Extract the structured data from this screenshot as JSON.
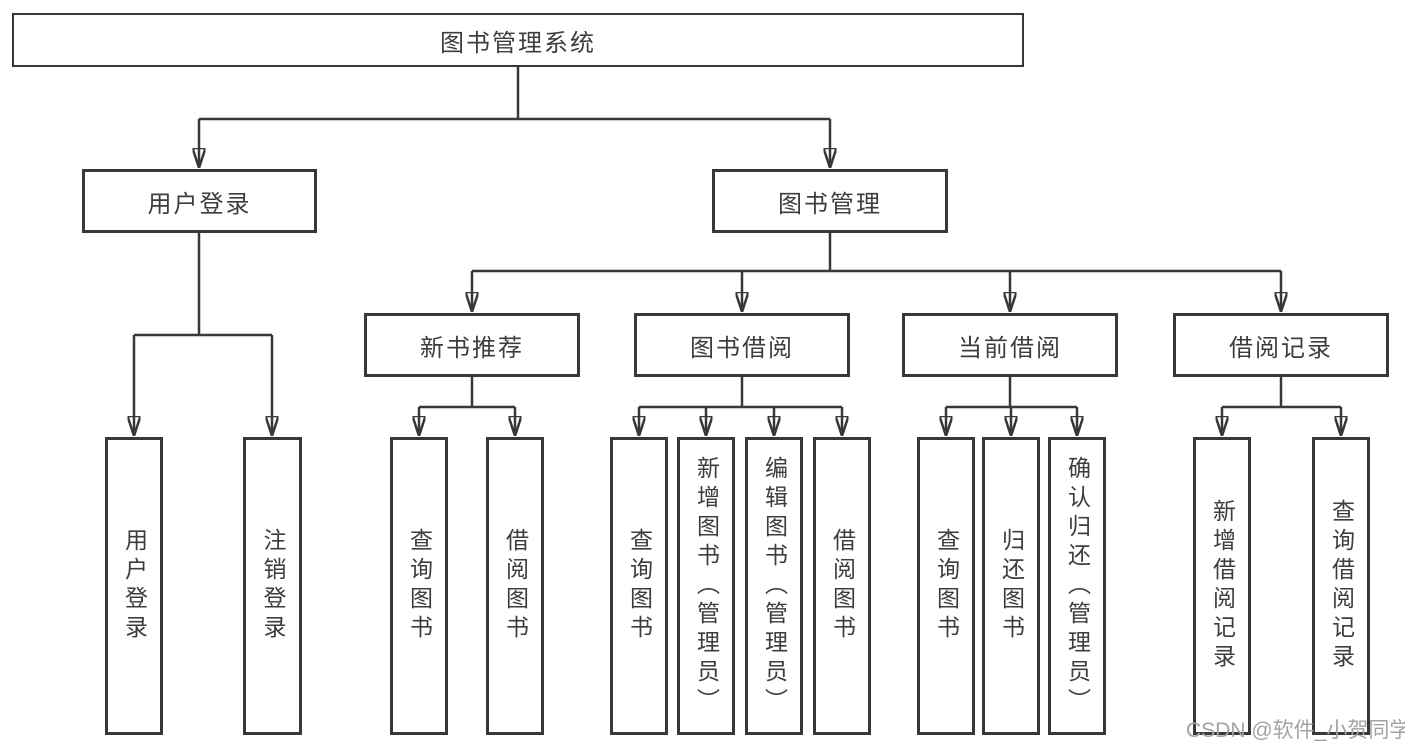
{
  "diagram": {
    "root": {
      "label": "图书管理系统"
    },
    "level2": [
      {
        "label": "用户登录"
      },
      {
        "label": "图书管理"
      }
    ],
    "login_children": [
      {
        "label": "用户登录"
      },
      {
        "label": "注销登录"
      }
    ],
    "modules": [
      {
        "label": "新书推荐",
        "children": [
          "查询图书",
          "借阅图书"
        ]
      },
      {
        "label": "图书借阅",
        "children": [
          "查询图书",
          "新增图书（管理员）",
          "编辑图书（管理员）",
          "借阅图书"
        ]
      },
      {
        "label": "当前借阅",
        "children": [
          "查询图书",
          "归还图书",
          "确认归还（管理员）"
        ]
      },
      {
        "label": "借阅记录",
        "children": [
          "新增借阅记录",
          "查询借阅记录"
        ]
      }
    ],
    "watermark": "CSDN @软件_小贺同学",
    "colors": {
      "line": "#383838",
      "text": "#3d3d3d",
      "watermark": "#a3a3a3",
      "background": "#ffffff"
    }
  }
}
